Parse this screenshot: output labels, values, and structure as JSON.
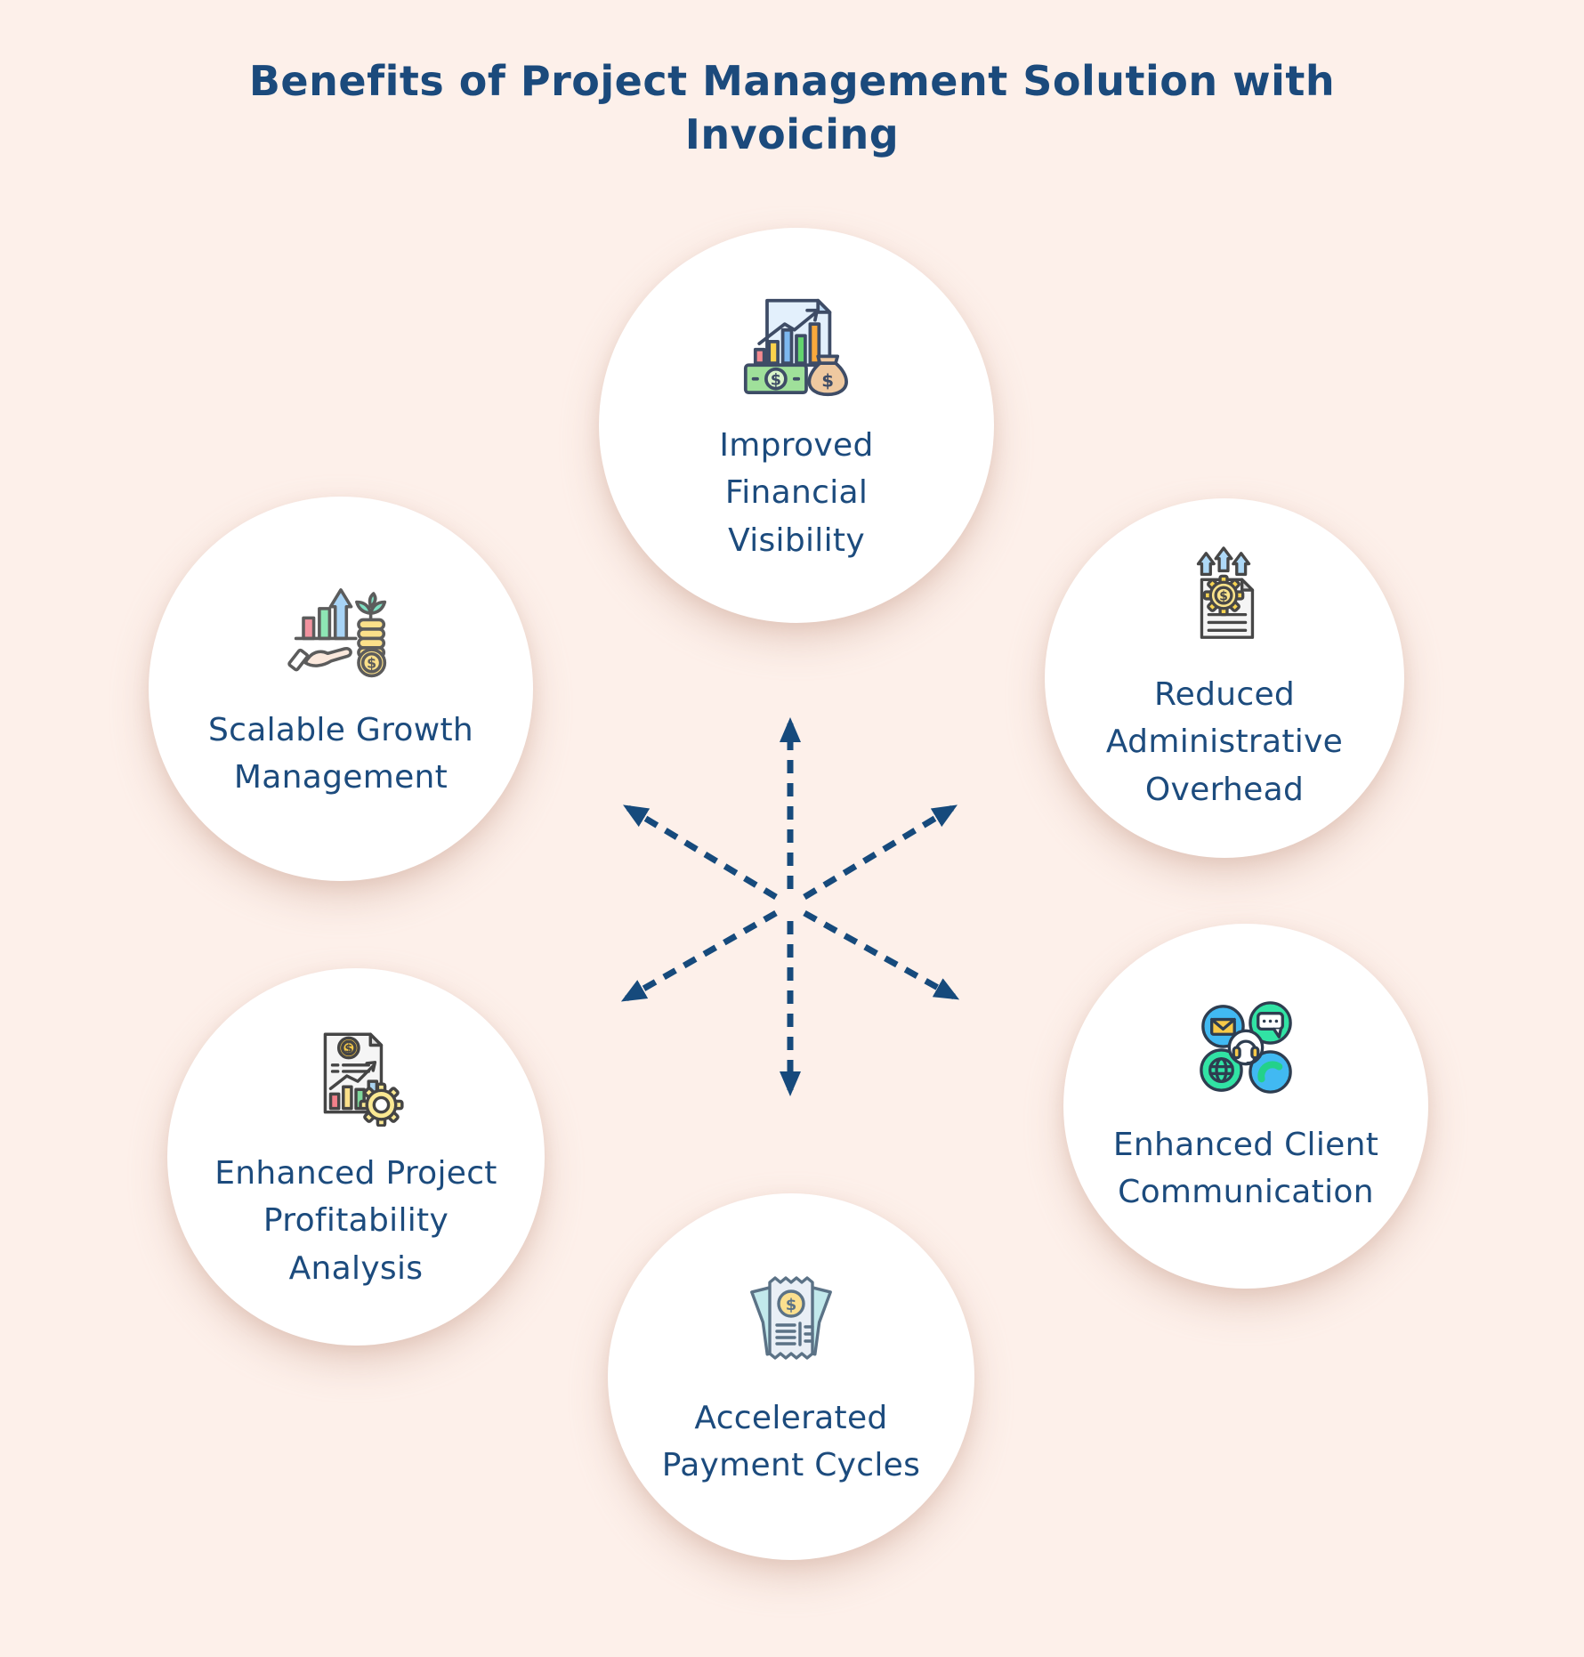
{
  "title": "Benefits of Project Management Solution with\nInvoicing",
  "colors": {
    "background": "#fdf0ea",
    "circle_fill": "#ffffff",
    "heading_text": "#1b4a7c",
    "label_text": "#1c4b7d",
    "arrow": "#164a7c"
  },
  "benefits": [
    {
      "id": "improved-financial-visibility",
      "label": "Improved\nFinancial\nVisibility",
      "icon": "financial-report-money-icon"
    },
    {
      "id": "reduced-administrative-overhead",
      "label": "Reduced\nAdministrative\nOverhead",
      "icon": "invoice-gear-up-arrows-icon"
    },
    {
      "id": "enhanced-client-communication",
      "label": "Enhanced Client\nCommunication",
      "icon": "communication-channels-icon"
    },
    {
      "id": "accelerated-payment-cycles",
      "label": "Accelerated\nPayment Cycles",
      "icon": "payment-receipts-icon"
    },
    {
      "id": "enhanced-project-profitability-analysis",
      "label": "Enhanced Project\nProfitability\nAnalysis",
      "icon": "profitability-report-gear-icon"
    },
    {
      "id": "scalable-growth-management",
      "label": "Scalable Growth\nManagement",
      "icon": "growth-hand-coins-icon"
    }
  ]
}
